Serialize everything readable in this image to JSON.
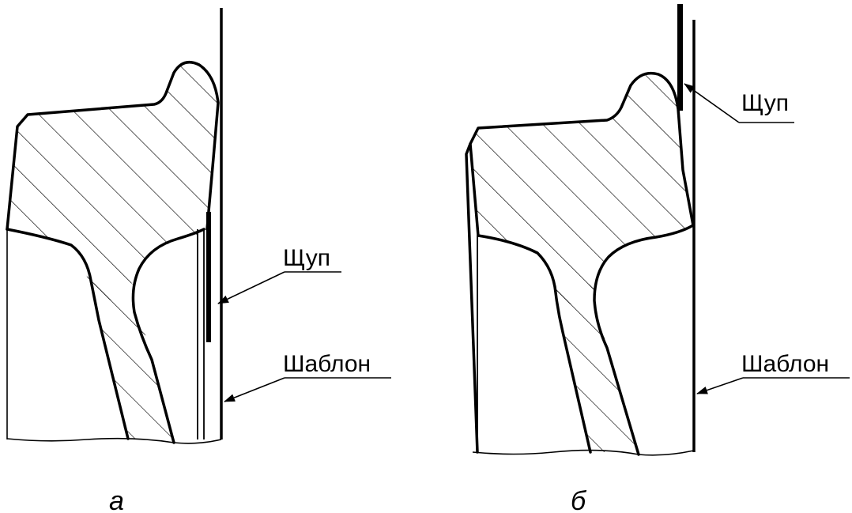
{
  "figure_a": {
    "label_feeler": "Щуп",
    "label_template": "Шаблон",
    "caption": "а"
  },
  "figure_b": {
    "label_feeler": "Щуп",
    "label_template": "Шаблон",
    "caption": "б"
  }
}
